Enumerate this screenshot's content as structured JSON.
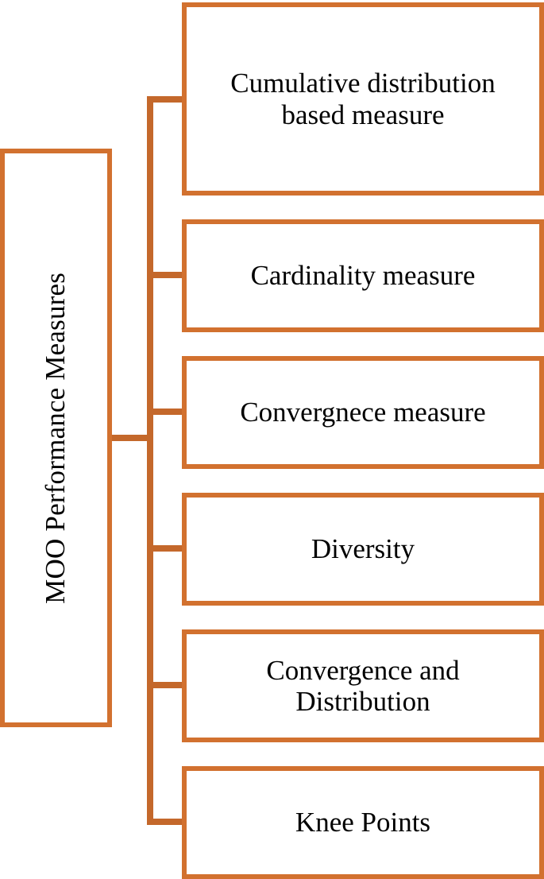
{
  "diagram": {
    "type": "hierarchy-tree",
    "orientation": "left-root-right-leaves",
    "accent_color": "#D2712F",
    "line_color": "#C4682B",
    "background_color": "#FFFFFF",
    "text_color": "#000000",
    "root": {
      "label": "MOO Performance Measures",
      "text_orientation": "vertical-bottom-to-top"
    },
    "leaves": [
      {
        "id": "cumulative-distribution-based-measure",
        "label": "Cumulative distribution based measure",
        "lines": [
          "Cumulative distribution",
          "based measure"
        ]
      },
      {
        "id": "cardinality-measure",
        "label": "Cardinality measure",
        "lines": [
          "Cardinality measure"
        ]
      },
      {
        "id": "convergnece-measure",
        "label": "Convergnece measure",
        "lines": [
          "Convergnece measure"
        ]
      },
      {
        "id": "diversity",
        "label": "Diversity",
        "lines": [
          "Diversity"
        ]
      },
      {
        "id": "convergence-and-distribution",
        "label": "Convergence and Distribution",
        "lines": [
          "Convergence and",
          "Distribution"
        ]
      },
      {
        "id": "knee-points",
        "label": "Knee Points",
        "lines": [
          "Knee Points"
        ]
      }
    ]
  }
}
